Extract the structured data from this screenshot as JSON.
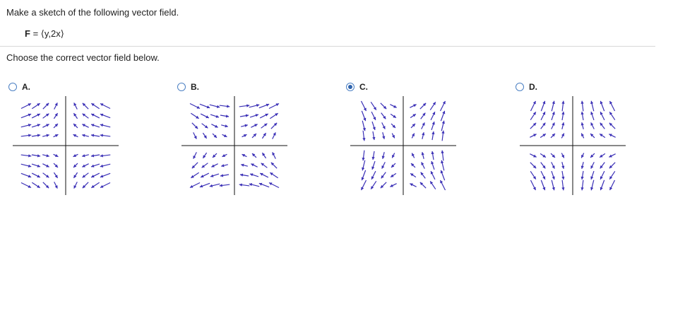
{
  "question": {
    "prompt": "Make a sketch of the following vector field.",
    "formula_lhs": "F",
    "formula_rhs": " = ⟨y,2x⟩"
  },
  "instruction": "Choose the correct vector field below.",
  "options": [
    {
      "letter": "A.",
      "selected": false,
      "field": "a"
    },
    {
      "letter": "B.",
      "selected": false,
      "field": "b"
    },
    {
      "letter": "C.",
      "selected": true,
      "field": "c"
    },
    {
      "letter": "D.",
      "selected": false,
      "field": "d"
    }
  ],
  "colors": {
    "arrow": "#3a2fb6",
    "axis": "#111111",
    "radio": "#2f64ad"
  }
}
